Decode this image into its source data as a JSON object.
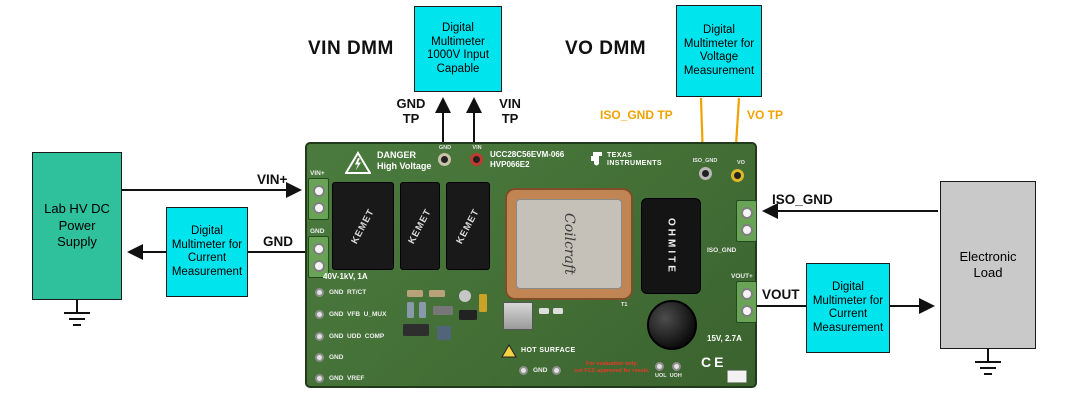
{
  "colors": {
    "dmm_fill": "#00e4ee",
    "supply_fill": "#2fc09c",
    "load_fill": "#c9c9c9",
    "tp_label_orange": "#f0a202",
    "board_green": "#436f36",
    "wire_black": "#111111"
  },
  "left": {
    "power_supply_label": "Lab HV DC Power Supply",
    "dmm_current_label": "Digital Multimeter for Current Measurement",
    "wire_vin_label": "VIN+",
    "wire_gnd_label": "GND"
  },
  "top": {
    "vin_dmm_heading": "VIN DMM",
    "dmm_1000v_label": "Digital Multimeter 1000V Input Capable",
    "gnd_tp_label": "GND TP",
    "vin_tp_label": "VIN TP",
    "vo_dmm_heading": "VO DMM",
    "dmm_voltage_label": "Digital Multimeter for Voltage Measurement",
    "iso_gnd_tp_label": "ISO_GND TP",
    "vo_tp_label": "VO TP"
  },
  "right": {
    "electronic_load_label": "Electronic Load",
    "dmm_current_label": "Digital Multimeter for Current Measurement",
    "wire_iso_gnd_label": "ISO_GND",
    "wire_vout_label": "VOUT"
  },
  "board": {
    "danger_line1": "DANGER",
    "danger_line2": "High Voltage",
    "tp_gnd": "GND",
    "tp_vin": "VIN",
    "title_line1": "UCC28C56EVM-066",
    "title_line2": "HVP066E2",
    "brand_line1": "TEXAS",
    "brand_line2": "INSTRUMENTS",
    "term_vin": "VIN+",
    "term_gnd": "GND",
    "cap_brand": "KEMET",
    "transformer_brand": "Coilcraft",
    "transformer_ref": "T1",
    "resistor_brand": "OHMITE",
    "tp_iso_gnd": "ISO_GND",
    "tp_vo": "VO",
    "term_iso_gnd": "ISO_GND",
    "term_vout": "VOUT+",
    "input_rating": "40V-1kV, 1A",
    "output_rating": "15V, 2.7A",
    "tp_rows": [
      "GND  RT/CT",
      "GND  VFB  U_MUX",
      "GND  UDD  COMP",
      "GND",
      "GND  VREF"
    ],
    "hot_surface": "HOT SURFACE",
    "tp_bottom_center": "GND",
    "tp_bottom_right": "UOL  UOH",
    "eval_line1": "For evaluation only:",
    "eval_line2": "not FCC approved for resale.",
    "ce_mark": "CE"
  }
}
